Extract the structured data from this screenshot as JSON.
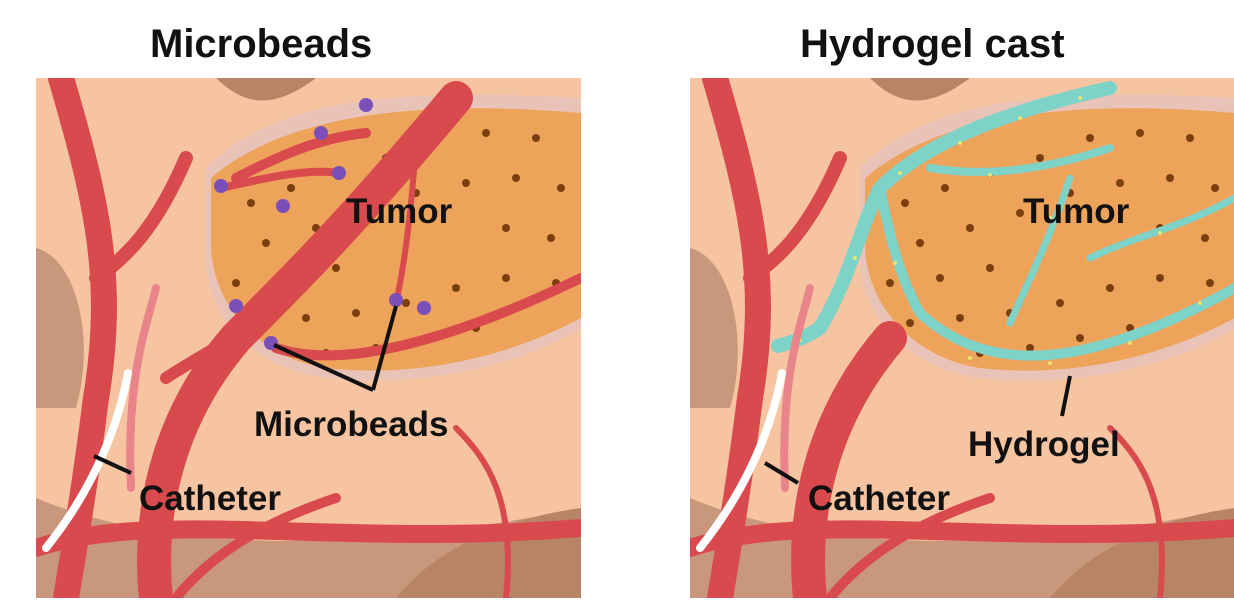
{
  "panels": {
    "left": {
      "title": "Microbeads",
      "labels": {
        "tumor": "Tumor",
        "agent": "Microbeads",
        "catheter": "Catheter"
      }
    },
    "right": {
      "title": "Hydrogel cast",
      "labels": {
        "tumor": "Tumor",
        "agent": "Hydrogel",
        "catheter": "Catheter"
      }
    }
  },
  "colors": {
    "tissue": "#f7c4a2",
    "tissue_dark": "#c9987c",
    "vessel": "#d94a4f",
    "tumor_cell": "#eea35a",
    "nucleus": "#7a3f0c",
    "microbead": "#7b4fb8",
    "hydrogel": "#7ed3c9",
    "catheter": "#ffffff"
  }
}
